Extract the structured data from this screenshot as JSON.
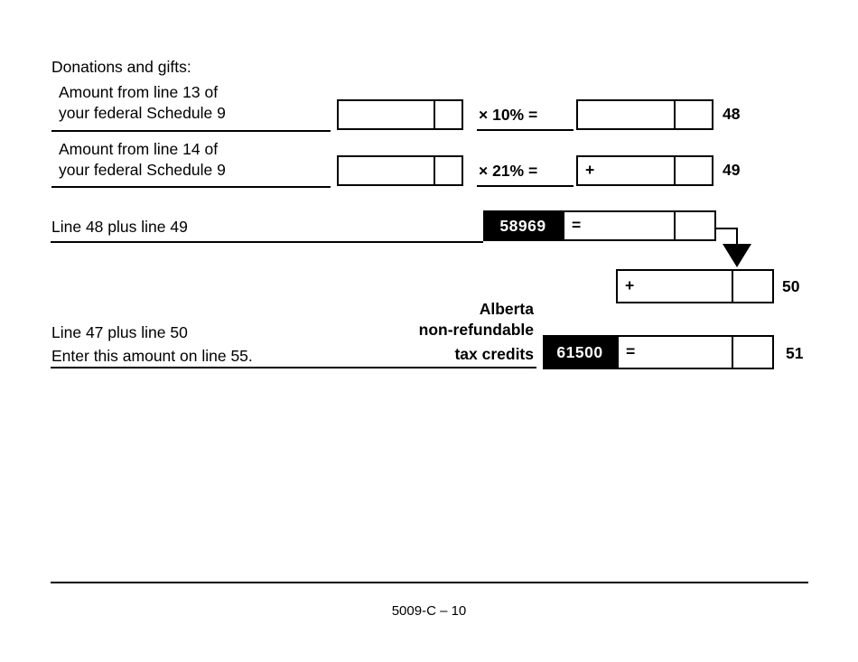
{
  "form": {
    "section_heading": "Donations and gifts:",
    "rows": [
      {
        "label_line1": "Amount from line 13 of",
        "label_line2": "your federal Schedule 9",
        "operator": "× 10% =",
        "result_prefix": "",
        "ref": "48",
        "input_value": "",
        "result_value": ""
      },
      {
        "label_line1": "Amount from line 14 of",
        "label_line2": "your federal Schedule 9",
        "operator": "× 21% =",
        "result_prefix": "+",
        "ref": "49",
        "input_value": "",
        "result_value": ""
      }
    ],
    "subtotal_row": {
      "label": "Line 48 plus line 49",
      "line_number_tag": "58969",
      "operator": "=",
      "value": ""
    },
    "carry_row": {
      "prefix": "+",
      "ref": "50",
      "value": ""
    },
    "total_row": {
      "label_line1": "Line 47 plus line 50",
      "label_line2": "Enter this amount on line 55.",
      "credit_label_line1": "Alberta",
      "credit_label_line2": "non-refundable",
      "credit_label_line3": "tax credits",
      "line_number_tag": "61500",
      "operator": "=",
      "ref": "51",
      "value": ""
    }
  },
  "footer": {
    "page_code": "5009-C – 10"
  },
  "colors": {
    "ink": "#000000",
    "paper": "#ffffff",
    "tag_bg": "#000000",
    "tag_fg": "#ffffff"
  }
}
